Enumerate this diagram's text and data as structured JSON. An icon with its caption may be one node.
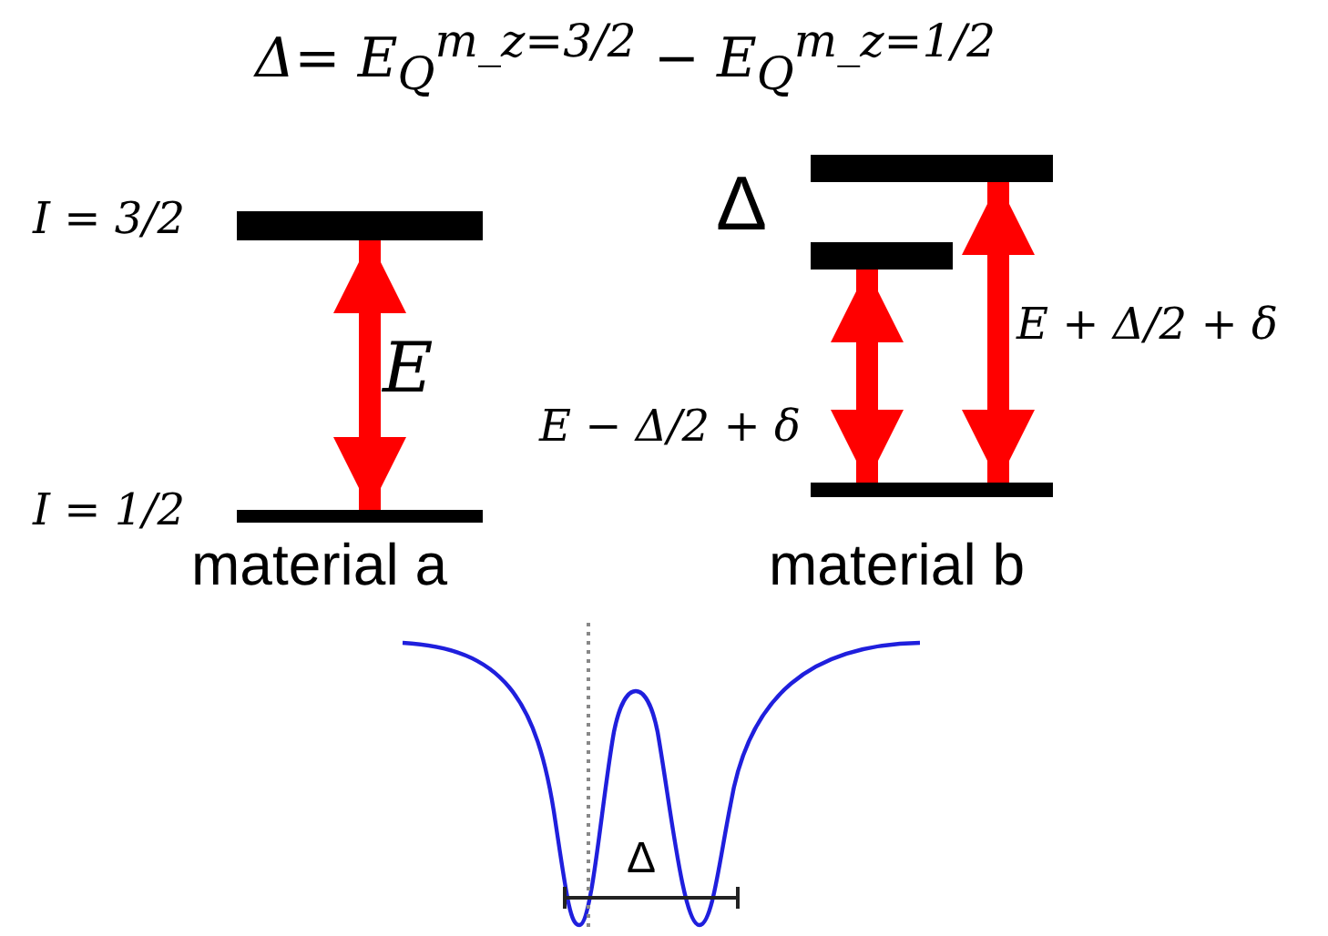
{
  "diagram": {
    "title": "Δ= E$_{Q}$$^{m_z=3/2}$ − E$_{Q}$$^{m_z=1/2}$",
    "nodes": [
      {
        "text": [],
        "shape": "bar",
        "beside": [
          "I = 3/2"
        ]
      },
      {
        "text": [],
        "shape": "bar",
        "beside": [
          "I = 1/2"
        ]
      },
      {
        "text": [],
        "shape": "bar"
      },
      {
        "text": [],
        "shape": "bar"
      },
      {
        "text": [],
        "shape": "bar"
      }
    ],
    "edges": [
      {
        "from": 1,
        "to": 0,
        "arrow": "both",
        "label": "E"
      },
      {
        "from": 4,
        "to": 3,
        "arrow": "both",
        "label": "E − Δ/2 + δ"
      },
      {
        "from": 4,
        "to": 2,
        "arrow": "both",
        "label": "E + Δ/2 + δ"
      }
    ],
    "labels": [
      "Δ",
      "material a",
      "material b",
      "Δ"
    ]
  }
}
